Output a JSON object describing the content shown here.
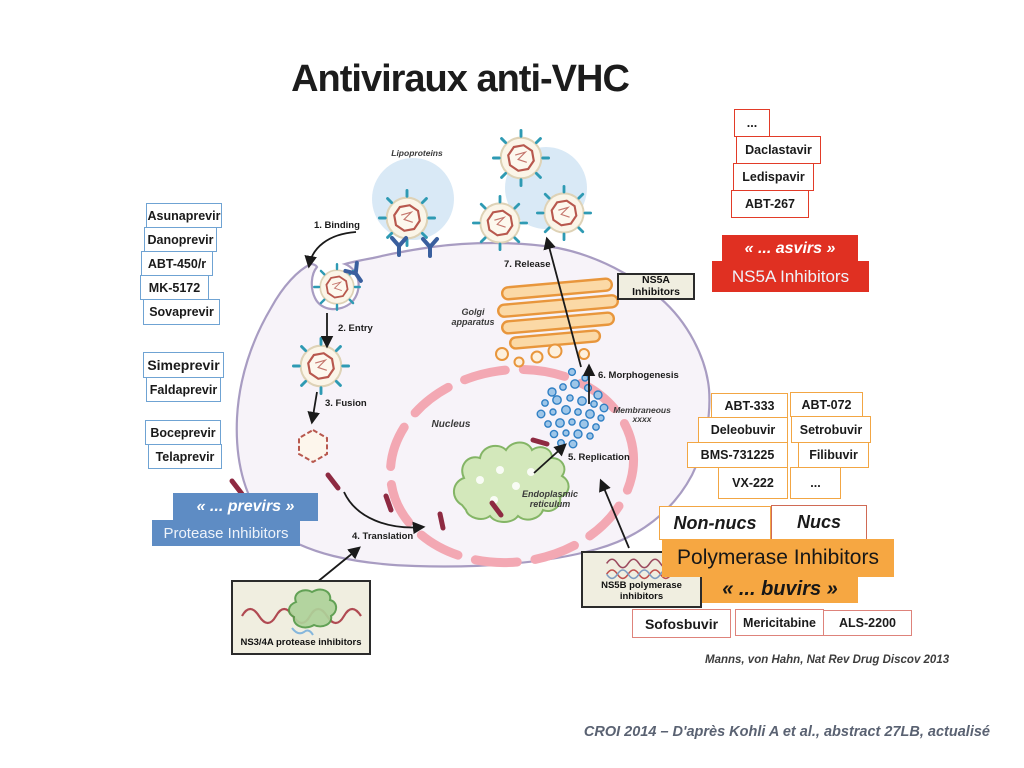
{
  "slide": {
    "title": "Antiviraux anti-VHC",
    "credit": "Manns, von Hahn, Nat Rev Drug Discov 2013",
    "footer": "CROI 2014 – D'après Kohli A et al., abstract 27LB, actualisé"
  },
  "protease": {
    "group1": [
      "Asunaprevir",
      "Danoprevir",
      "ABT-450/r",
      "MK-5172",
      "Sovaprevir"
    ],
    "group2": [
      "Simeprevir",
      "Faldaprevir"
    ],
    "group3": [
      "Boceprevir",
      "Telaprevir"
    ],
    "banner_top": "« ... previrs »",
    "banner_bottom": "Protease Inhibitors"
  },
  "ns5a": {
    "drugs": [
      "...",
      "Daclastavir",
      "Ledispavir",
      "ABT-267"
    ],
    "banner_top": "« ... asvirs »",
    "banner_bottom": "NS5A Inhibitors"
  },
  "polymerase": {
    "col1": [
      "ABT-333",
      "Deleobuvir",
      "BMS-731225",
      "VX-222"
    ],
    "col2": [
      "ABT-072",
      "Setrobuvir",
      "Filibuvir",
      "..."
    ],
    "nonnucs": "Non-nucs",
    "nucs": "Nucs",
    "banner_top": "Polymerase Inhibitors",
    "banner_bottom": "« ... buvirs »",
    "nuc_drugs": [
      "Sofosbuvir",
      "Mericitabine",
      "ALS-2200"
    ]
  },
  "cell": {
    "lipoproteins": "Lipoproteins",
    "steps": [
      "1. Binding",
      "2. Entry",
      "3. Fusion",
      "4. Translation",
      "5. Replication",
      "6. Morphogenesis",
      "7. Release"
    ],
    "nucleus": "Nucleus",
    "golgi": "Golgi apparatus",
    "er": "Endoplasmic reticulum",
    "membraneous": "Membraneous xxxx",
    "ns5a_box_label": "NS5A Inhibitors",
    "ns5b_box_label": "NS5B polymerase inhibitors",
    "ns34a_box_label": "NS3/4A protease inhibitors"
  },
  "colors": {
    "protease_blue": "#5e8cc4",
    "ns5a_red": "#e03022",
    "polymerase_orange": "#f6a742",
    "blue_box_border": "#6fa3d3",
    "red_box_border": "#e23b28",
    "orange_box_border": "#f2a644",
    "pink_box_border": "#de837b",
    "cell_membrane": "#a89cc2",
    "nucleus_pink": "#f3a8b3",
    "golgi_orange": "#e8963c",
    "er_green": "#84b566",
    "web_blue": "#2f7fc4"
  }
}
